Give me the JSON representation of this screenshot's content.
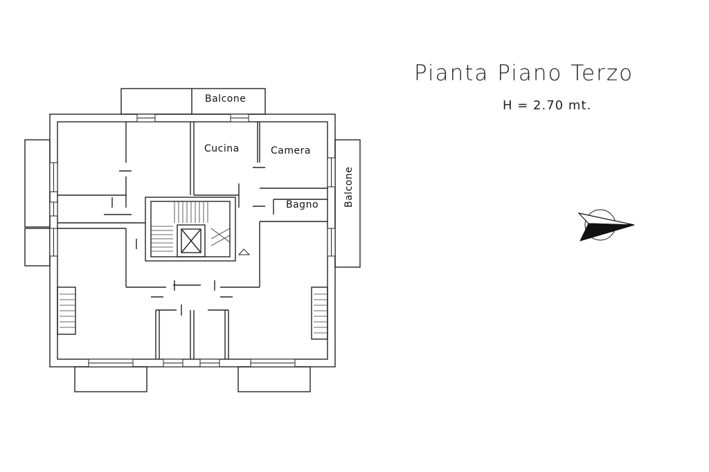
{
  "title": "Pianta Piano Terzo",
  "height_note": "H = 2.70 mt.",
  "rooms": {
    "balcone_top": "Balcone",
    "cucina": "Cucina",
    "camera": "Camera",
    "bagno": "Bagno",
    "balcone_right": "Balcone"
  },
  "colors": {
    "line": "#222222",
    "background": "#ffffff"
  },
  "icons": {
    "north_arrow": "north-arrow-icon"
  }
}
